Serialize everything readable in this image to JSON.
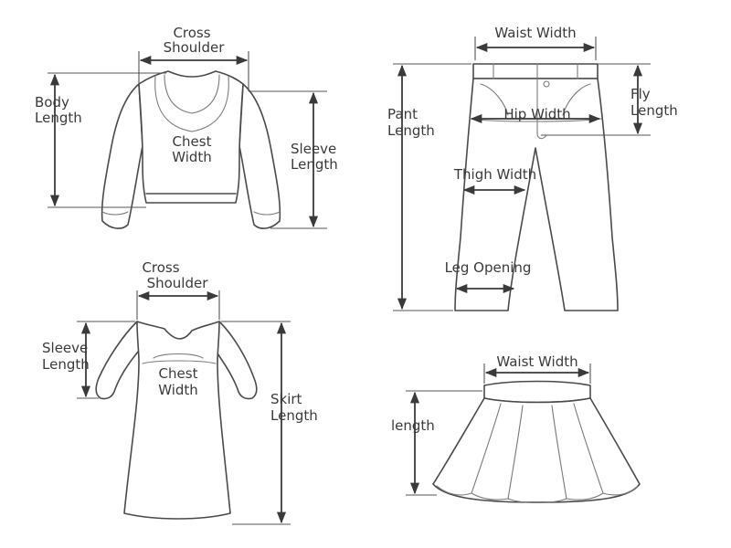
{
  "colors": {
    "line": "#4a4a4a",
    "text": "#3a3a3a",
    "background": "#ffffff"
  },
  "garments": [
    {
      "name": "sweater",
      "labels": {
        "cross_shoulder_1": "Cross",
        "cross_shoulder_2": "Shoulder",
        "body_length_1": "Body",
        "body_length_2": "Length",
        "chest_width_1": "Chest",
        "chest_width_2": "Width",
        "sleeve_length_1": "Sleeve",
        "sleeve_length_2": "Length"
      }
    },
    {
      "name": "pants",
      "labels": {
        "waist_width": "Waist Width",
        "pant_length_1": "Pant",
        "pant_length_2": "Length",
        "fly_length_1": "Fly",
        "fly_length_2": "Length",
        "hip_width": "Hip Width",
        "thigh_width": "Thigh Width",
        "leg_opening": "Leg Opening"
      }
    },
    {
      "name": "dress",
      "labels": {
        "cross_shoulder_1": "Cross",
        "cross_shoulder_2": "Shoulder",
        "sleeve_length_1": "Sleeve",
        "sleeve_length_2": "Length",
        "chest_width_1": "Chest",
        "chest_width_2": "Width",
        "skirt_length_1": "Skirt",
        "skirt_length_2": "Length"
      }
    },
    {
      "name": "skirt",
      "labels": {
        "waist_width": "Waist Width",
        "length": "length"
      }
    }
  ]
}
